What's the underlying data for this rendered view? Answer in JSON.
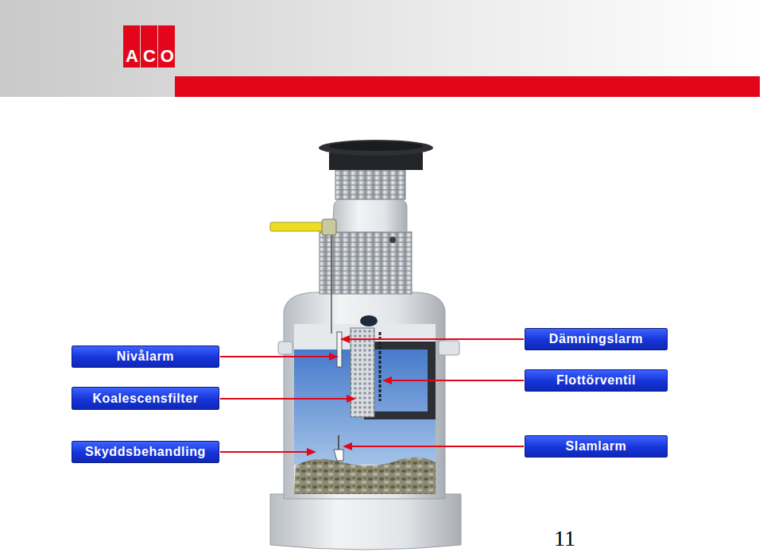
{
  "diagram": {
    "nodes": [
      {
        "text": [
          "Nivålarm"
        ]
      },
      {
        "text": [
          "Dämningslarm"
        ]
      },
      {
        "text": [
          "Koalescensfilter"
        ]
      },
      {
        "text": [
          "Flottörventil"
        ]
      },
      {
        "text": [
          "Skyddsbehandling"
        ]
      },
      {
        "text": [
          "Slamlarm"
        ]
      }
    ],
    "labels": [
      "ACO",
      "11"
    ]
  }
}
